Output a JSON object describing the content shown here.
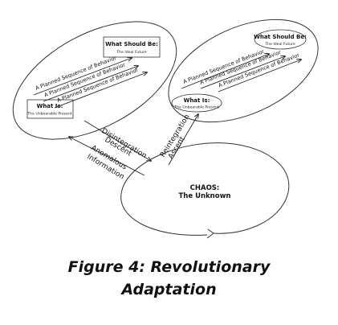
{
  "left_cycle": {
    "should_be_title": "What Should Be:",
    "should_be_sub": "The Ideal Future",
    "is_title": "What Is:",
    "is_sub": "The Unbearable Present",
    "sequences": [
      "A Planned Sequence of Behavior",
      "A Planned Sequence of Behavior",
      "A Planned Sequence of Behavior"
    ]
  },
  "right_cycle": {
    "should_be_title": "What Should Be:",
    "should_be_sub": "The Ideal Future",
    "is_title": "What Is:",
    "is_sub": "The Unbearable Present",
    "sequences": [
      "A Planned Sequence of Behavior",
      "A Planned Sequence of Behavior",
      "A Planned Sequence of Behavior"
    ]
  },
  "connectors": {
    "disintegration": "Disintegration",
    "descent": "Descent",
    "anomalous": "Anomalous",
    "information": "Information",
    "reintegration": "Reintegration",
    "ascent": "Ascent"
  },
  "chaos": {
    "title": "CHAOS:",
    "subtitle": "The Unknown"
  },
  "caption": {
    "line1": "Figure 4: Revolutionary",
    "line2": "Adaptation"
  }
}
